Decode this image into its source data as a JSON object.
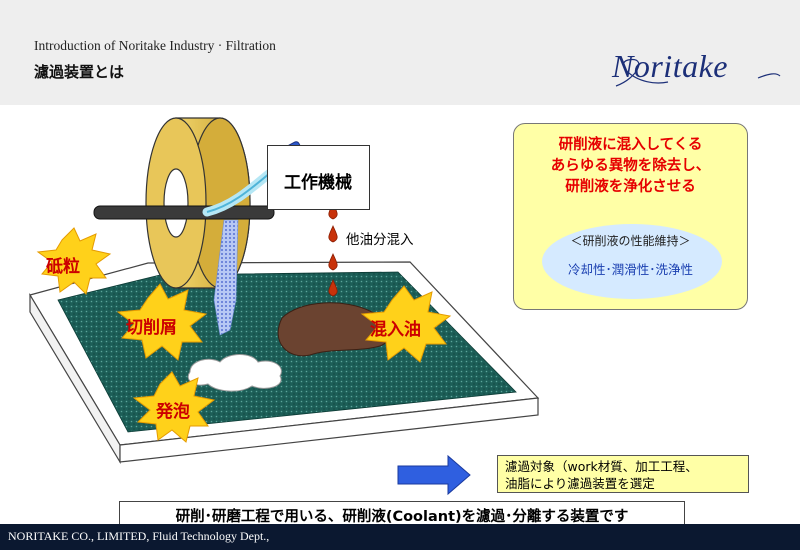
{
  "header": {
    "subtitle": "Introduction of Noritake Industry · Filtration",
    "title": "濾過装置とは",
    "logo_text": "Noritake"
  },
  "footer": {
    "text": "NORITAKE CO., LIMITED, Fluid Technology Dept.,"
  },
  "diagram": {
    "machine_label": "工作機械",
    "oil_label": "他油分混入",
    "contaminants": [
      "砥粒",
      "切削屑",
      "混入油",
      "発泡"
    ]
  },
  "info_panel": {
    "headline": [
      "研削液に混入してくる",
      "あらゆる異物を除去し、",
      "研削液を浄化させる"
    ],
    "sub_heading": "＜研削液の性能維持＞",
    "properties": "冷却性･潤滑性･洗浄性"
  },
  "selection_note": {
    "lines": [
      "濾過対象（work材質、加工工程、",
      "油脂により濾過装置を選定"
    ]
  },
  "caption": "研削･研磨工程で用いる、研削液(Coolant)を濾過･分離する装置です",
  "colors": {
    "header_bg": "#eeeeee",
    "footer_bg": "#0b1830",
    "logo": "#1c2f78",
    "panel_bg": "#ffffa6",
    "headline_red": "#e60000",
    "star_fill": "#ffd11a",
    "tank_teal": "#1c5e57",
    "wheel": "#d9b640",
    "oil_brown": "#6b4330",
    "arrow_blue": "#2f5fe0"
  }
}
